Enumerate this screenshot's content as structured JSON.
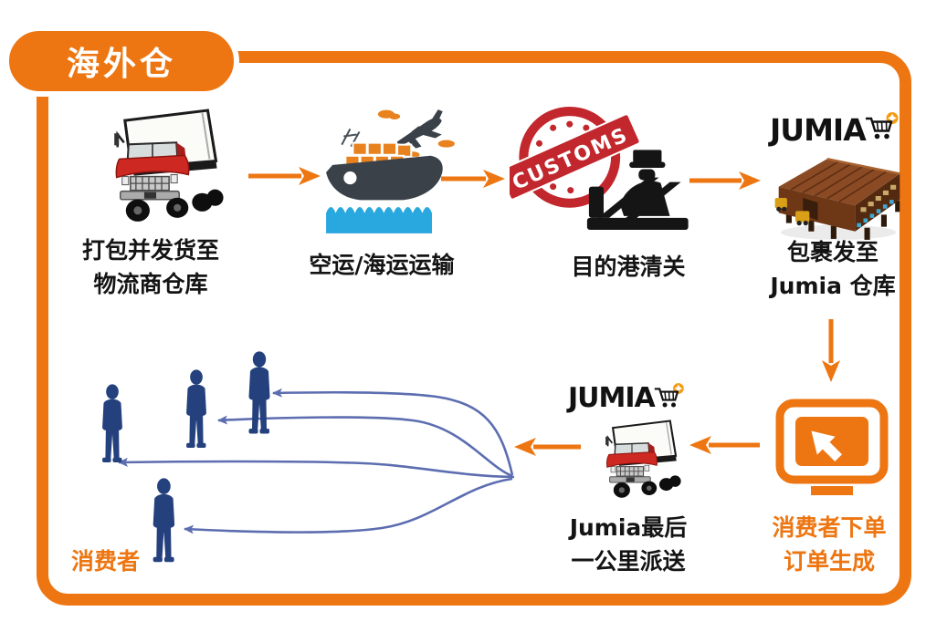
{
  "header": {
    "title": "海外仓"
  },
  "brand": {
    "name": "JUMIA"
  },
  "steps": {
    "pack": {
      "line1": "打包并发货至",
      "line2": "物流商仓库"
    },
    "transport": {
      "line1": "空运/海运运输"
    },
    "customs": {
      "line1": "目的港清关",
      "stamp": "CUSTOMS"
    },
    "jumia_warehouse": {
      "line1": "包裹发至",
      "line2": "Jumia 仓库"
    },
    "order": {
      "line1": "消费者下单",
      "line2": "订单生成"
    },
    "last_mile": {
      "line1": "Jumia最后",
      "line2": "一公里派送"
    },
    "consumers": {
      "label": "消费者",
      "figure_count": 4
    }
  },
  "icons": {
    "truck-icon": "red box truck",
    "ship-plane-icon": "container ship with cargo plane over water",
    "customs-icon": "red CUSTOMS stamp with customs officer",
    "cart-icon": "jumia shopping cart with star",
    "warehouse-icon": "isometric brown warehouse",
    "monitor-cursor-icon": "orange monitor with cursor arrow",
    "consumer-figure-icon": "blue standing person silhouette",
    "flow-arrow-icon": "orange flow arrow",
    "route-arrow-icon": "blue delivery route arrow"
  },
  "colors": {
    "accent_orange": "#ED7612",
    "consumer_blue": "#24417E",
    "arrow_blue": "#5C6DB0",
    "customs_red": "#C1272D",
    "water_blue": "#29A8E0",
    "truck_red": "#CE2823",
    "ship_dark": "#3A4149",
    "warehouse_brown": "#6E3817"
  }
}
